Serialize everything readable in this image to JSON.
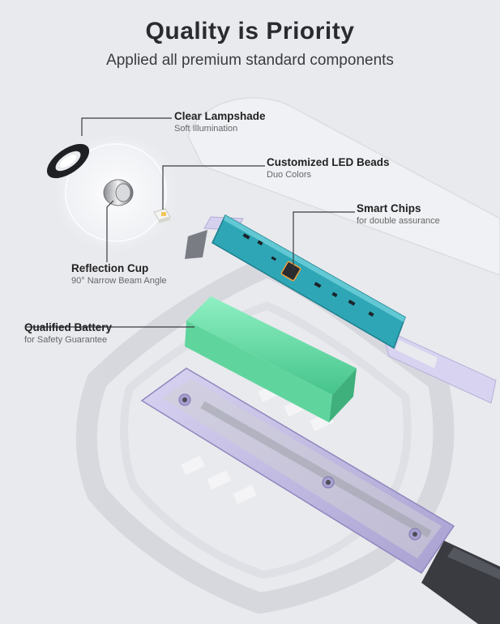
{
  "header": {
    "title": "Quality is Priority",
    "subtitle": "Applied all premium standard components"
  },
  "callouts": {
    "lampshade": {
      "name": "Clear Lampshade",
      "desc": "Soft Illumination"
    },
    "led_beads": {
      "name": "Customized LED Beads",
      "desc": "Duo Colors"
    },
    "smart_chips": {
      "name": "Smart Chips",
      "desc": "for double assurance"
    },
    "reflection_cup": {
      "name": "Reflection Cup",
      "desc": "90° Narrow Beam Angle"
    },
    "battery": {
      "name": "Qualified Battery",
      "desc": "for Safety Guarantee"
    }
  },
  "colors": {
    "background": "#e9eaee",
    "battery": "#66d9a6",
    "pcb": "#2fa6b5",
    "housing": "#b9b2dc",
    "handle": "#3a3b40"
  }
}
